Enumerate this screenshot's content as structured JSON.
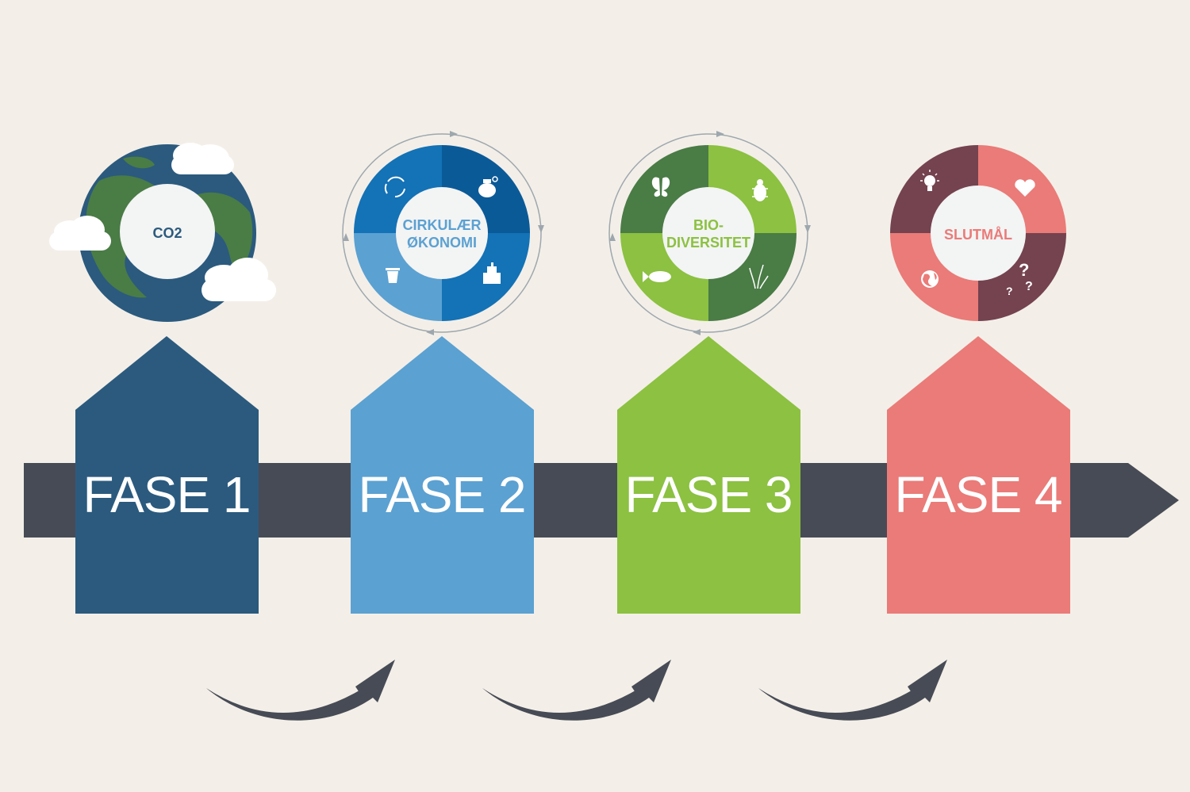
{
  "colors": {
    "background": "#f3efe8",
    "timeline_bar": "#474b55",
    "phase1": "#2b5a7e",
    "phase2": "#5ba1d2",
    "phase3": "#8cc141",
    "phase4": "#ea7b78",
    "arrow": "#474b55"
  },
  "phases": [
    {
      "label": "FASE 1",
      "center_label": "CO2",
      "center_color": "#2b5a7e",
      "icons": [
        "globe-icon",
        "cloud-icon"
      ]
    },
    {
      "label": "FASE 2",
      "center_label_line1": "CIRKULÆR",
      "center_label_line2": "ØKONOMI",
      "center_color": "#5ba1d2",
      "icons": [
        "recycle-icon",
        "money-bag-icon",
        "trash-bin-icon",
        "building-icon"
      ]
    },
    {
      "label": "FASE 3",
      "center_label_line1": "BIO-",
      "center_label_line2": "DIVERSITET",
      "center_color": "#8cc141",
      "icons": [
        "butterfly-icon",
        "beetle-icon",
        "fish-icon",
        "grass-icon"
      ]
    },
    {
      "label": "FASE 4",
      "center_label": "SLUTMÅL",
      "center_color": "#ea7b78",
      "icons": [
        "lightbulb-icon",
        "heart-icon",
        "globe-icon",
        "question-marks-icon"
      ]
    }
  ],
  "transitions": [
    "curved-arrow-icon",
    "curved-arrow-icon",
    "curved-arrow-icon"
  ]
}
